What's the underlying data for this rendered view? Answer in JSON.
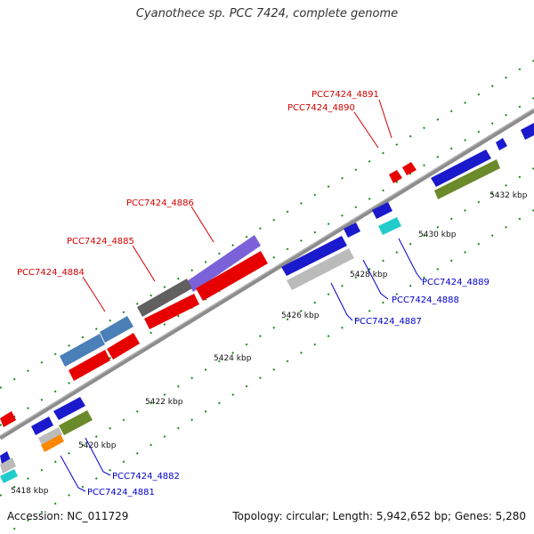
{
  "title": "Cyanothece sp. PCC 7424, complete genome",
  "footer": {
    "accession": "Accession: NC_011729",
    "summary": "Topology: circular; Length: 5,942,652 bp; Genes: 5,280"
  },
  "colors": {
    "backbone": "#8c8c8c",
    "tick": "#1a8a1a",
    "forward_label": "#d40000",
    "reverse_label": "#0000cc"
  },
  "scale_labels": [
    "5418 kbp",
    "5420 kbp",
    "5422 kbp",
    "5424 kbp",
    "5426 kbp",
    "5428 kbp",
    "5430 kbp",
    "5432 kbp"
  ],
  "labels": {
    "forward": [
      "PCC7424_4891",
      "PCC7424_4890",
      "PCC7424_4886",
      "PCC7424_4885",
      "PCC7424_4884"
    ],
    "reverse": [
      "PCC7424_4889",
      "PCC7424_4888",
      "PCC7424_4887",
      "PCC7424_4882",
      "PCC7424_4881"
    ]
  }
}
